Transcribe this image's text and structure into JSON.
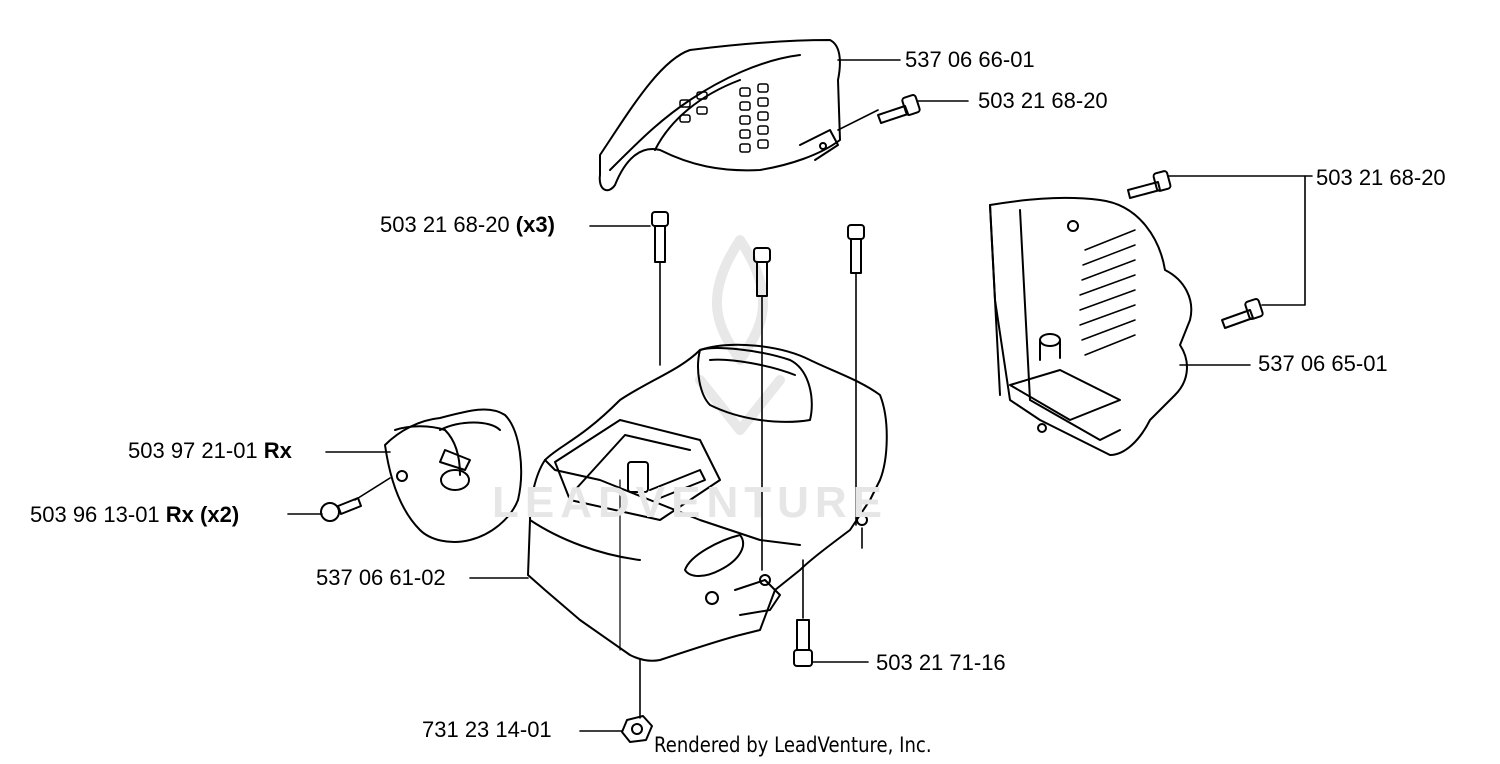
{
  "watermark": "LEADVENTURE",
  "footer": "Rendered by LeadVenture, Inc.",
  "callouts": [
    {
      "id": "top-cover",
      "part": "537 06 66-01",
      "suffix": ""
    },
    {
      "id": "top-screw",
      "part": "503 21 68-20",
      "suffix": ""
    },
    {
      "id": "side-screws",
      "part": "503 21 68-20",
      "suffix": ""
    },
    {
      "id": "center-screws",
      "part": "503 21 68-20",
      "suffix": " (x3)"
    },
    {
      "id": "side-cover",
      "part": "537 06 65-01",
      "suffix": ""
    },
    {
      "id": "small-cover",
      "part": "503 97 21-01",
      "suffix": " Rx"
    },
    {
      "id": "small-screw",
      "part": "503 96 13-01",
      "suffix": " Rx (x2)"
    },
    {
      "id": "main-cover",
      "part": "537 06 61-02",
      "suffix": ""
    },
    {
      "id": "bottom-screw",
      "part": "503 21 71-16",
      "suffix": ""
    },
    {
      "id": "nut",
      "part": "731 23 14-01",
      "suffix": ""
    }
  ]
}
